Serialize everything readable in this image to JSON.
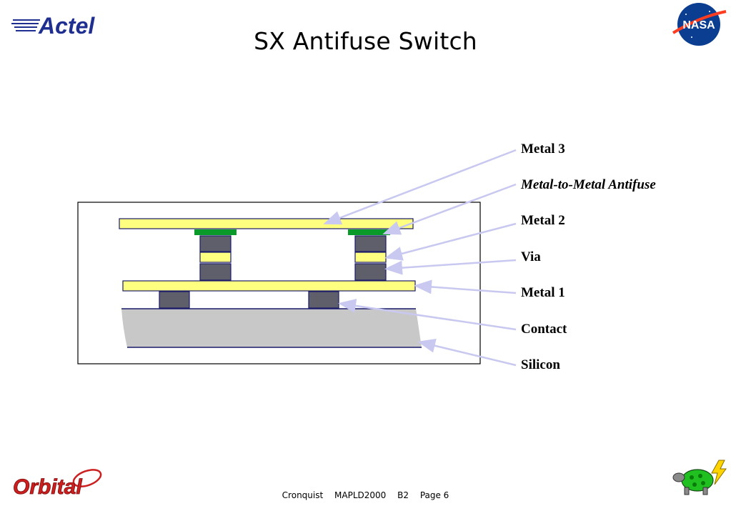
{
  "slide": {
    "title": "SX Antifuse Switch"
  },
  "logos": {
    "top_left": {
      "text": "Actel",
      "color": "#1f2f8f"
    },
    "top_right": {
      "text": "NASA",
      "color": "#0b3d91",
      "accent": "#fc3d21"
    },
    "bottom_left": {
      "text": "Orbital",
      "color": "#cc1f1f"
    },
    "bottom_right": {
      "icon": "turtle-lightning-icon"
    }
  },
  "diagram": {
    "labels": [
      {
        "id": "metal3",
        "text": "Metal 3",
        "italic": false
      },
      {
        "id": "antifuse",
        "text": "Metal-to-Metal Antifuse",
        "italic": true
      },
      {
        "id": "metal2",
        "text": "Metal 2",
        "italic": false
      },
      {
        "id": "via",
        "text": "Via",
        "italic": false
      },
      {
        "id": "metal1",
        "text": "Metal 1",
        "italic": false
      },
      {
        "id": "contact",
        "text": "Contact",
        "italic": false
      },
      {
        "id": "silicon",
        "text": "Silicon",
        "italic": false
      }
    ],
    "colors": {
      "metal": "#ffff80",
      "antifuse": "#0a9a2a",
      "via": "#5f5f6b",
      "silicon": "#c8c8c8",
      "pointer": "#c8c8f0",
      "outline": "#000000"
    }
  },
  "footer": {
    "author": "Cronquist",
    "conference": "MAPLD2000",
    "session": "B2",
    "page": "Page 6"
  }
}
